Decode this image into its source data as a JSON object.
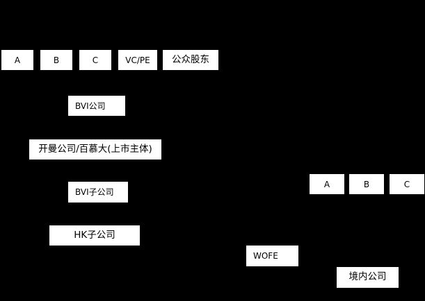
{
  "diagram": {
    "shareholders": {
      "a": "A",
      "b": "B",
      "c": "C",
      "vcpe": "VC/PE",
      "public": "公众股东"
    },
    "bvi_company": "BVI公司",
    "cayman_listco": "开曼公司/百慕大(上市主体)",
    "bvi_subsidiary": "BVI子公司",
    "hk_subsidiary": "HK子公司",
    "wofe": "WOFE",
    "domestic_shareholders": {
      "a": "A",
      "b": "B",
      "c": "C"
    },
    "domestic_company": "境内公司"
  },
  "colors": {
    "background": "#000000",
    "box": "#ffffff",
    "text": "#000000"
  }
}
